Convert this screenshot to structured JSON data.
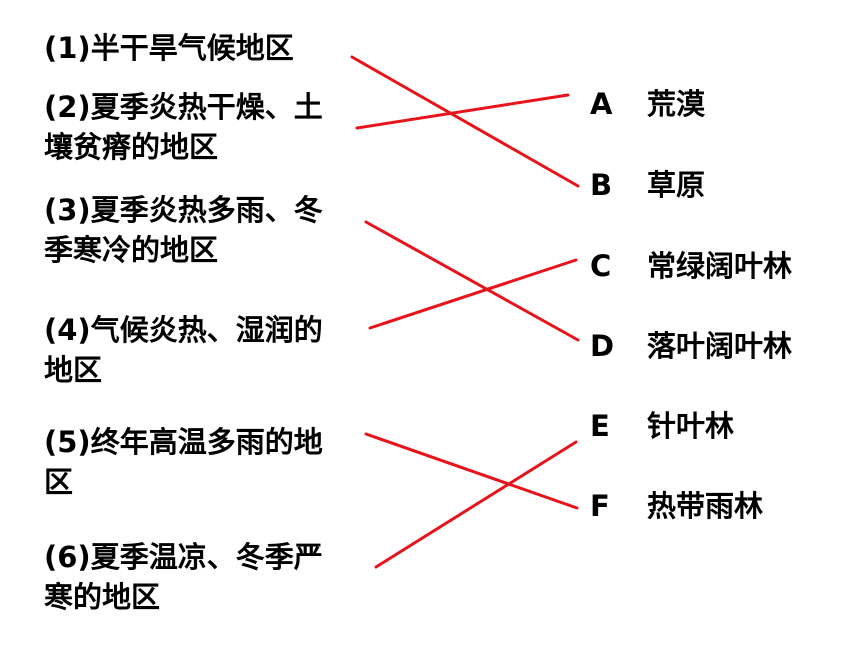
{
  "items": [
    {
      "number": "(1)",
      "lines": [
        "半干旱气候地区"
      ]
    },
    {
      "number": "(2)",
      "lines": [
        "夏季炎热干燥、土",
        "壤贫瘠的地区"
      ]
    },
    {
      "number": "(3)",
      "lines": [
        "夏季炎热多雨、冬",
        "季寒冷的地区"
      ]
    },
    {
      "number": "(4)",
      "lines": [
        "气候炎热、湿润的",
        "地区"
      ]
    },
    {
      "number": "(5)",
      "lines": [
        "终年高温多雨的地",
        "区"
      ]
    },
    {
      "number": "(6)",
      "lines": [
        "夏季温凉、冬季严",
        "寒的地区"
      ]
    }
  ],
  "options": [
    {
      "letter": "A",
      "text": "荒漠"
    },
    {
      "letter": "B",
      "text": "草原"
    },
    {
      "letter": "C",
      "text": "常绿阔叶林"
    },
    {
      "letter": "D",
      "text": "落叶阔叶林"
    },
    {
      "letter": "E",
      "text": "针叶林"
    },
    {
      "letter": "F",
      "text": "热带雨林"
    }
  ],
  "matches": [
    {
      "item": "(1)",
      "option": "B"
    },
    {
      "item": "(2)",
      "option": "A"
    },
    {
      "item": "(3)",
      "option": "D"
    },
    {
      "item": "(4)",
      "option": "C"
    },
    {
      "item": "(5)",
      "option": "F"
    },
    {
      "item": "(6)",
      "option": "E"
    }
  ],
  "colors": {
    "text": "#000000",
    "line": "#e8141c",
    "background": "#ffffff"
  }
}
